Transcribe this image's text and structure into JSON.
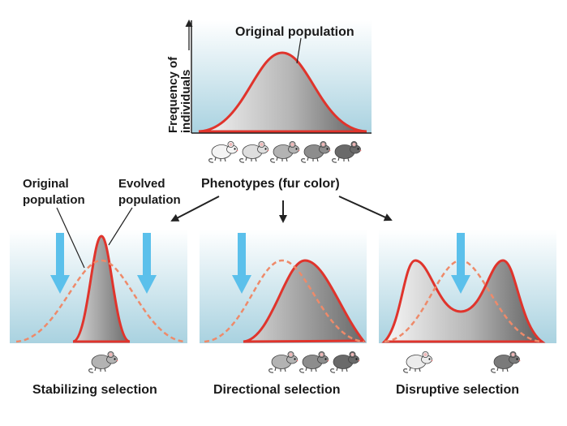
{
  "top_panel": {
    "curve_label": "Original population",
    "y_axis_label_line1": "Frequency of",
    "y_axis_label_line2": "individuals",
    "x_axis_label": "Phenotypes (fur color)"
  },
  "legend_labels": {
    "original_line1": "Original",
    "original_line2": "population",
    "evolved_line1": "Evolved",
    "evolved_line2": "population"
  },
  "panels": [
    {
      "title": "Stabilizing selection"
    },
    {
      "title": "Directional selection"
    },
    {
      "title": "Disruptive selection"
    }
  ],
  "colors": {
    "panel_top": "#ffffff",
    "panel_bottom": "#a9d2e0",
    "curve_red": "#e0342c",
    "dashed_orange": "#ee8a6a",
    "arrow_blue": "#5bc0eb",
    "black_arrow": "#222222"
  },
  "icons": [
    "mouse-icon"
  ]
}
